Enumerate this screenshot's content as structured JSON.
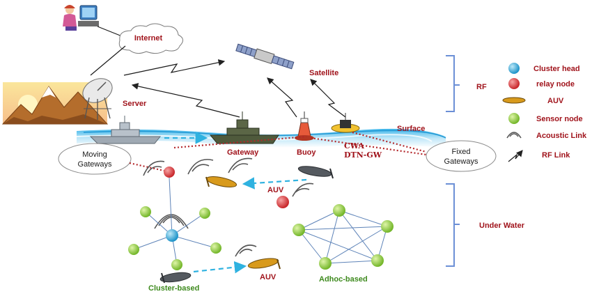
{
  "labels": {
    "internet": "Internet",
    "server": "Server",
    "satellite": "Satellite",
    "surface": "Surface",
    "gateway": "Gateway",
    "buoy": "Buoy",
    "cwa": "CWA",
    "dtn_gw": "DTN-GW",
    "moving_line1": "Moving",
    "moving_line2": "Gateways",
    "fixed_line1": "Fixed",
    "fixed_line2": "Gateways",
    "auv_top": "AUV",
    "auv_bottom": "AUV",
    "cluster_based": "Cluster-based",
    "adhoc_based": "Adhoc-based",
    "rf": "RF",
    "under_water": "Under Water"
  },
  "legend": [
    {
      "label": "Cluster head",
      "icon": "cluster-head-icon"
    },
    {
      "label": "relay node",
      "icon": "relay-node-icon"
    },
    {
      "label": "AUV",
      "icon": "auv-icon"
    },
    {
      "label": "Sensor node",
      "icon": "sensor-node-icon"
    },
    {
      "label": "Acoustic Link",
      "icon": "acoustic-link-icon"
    },
    {
      "label": "RF Link",
      "icon": "rf-link-icon"
    }
  ],
  "colors": {
    "label_red": "#a0131b",
    "label_green": "#3e8a1e",
    "cluster_head": "#2aa7d6",
    "relay_node": "#e23b3b",
    "sensor_node": "#8ccf3c",
    "auv_body": "#d89a1c",
    "bracket_blue": "#6b8fd6",
    "dashed_cyan": "#2fb2e0",
    "dotted_red": "#b3262a"
  }
}
